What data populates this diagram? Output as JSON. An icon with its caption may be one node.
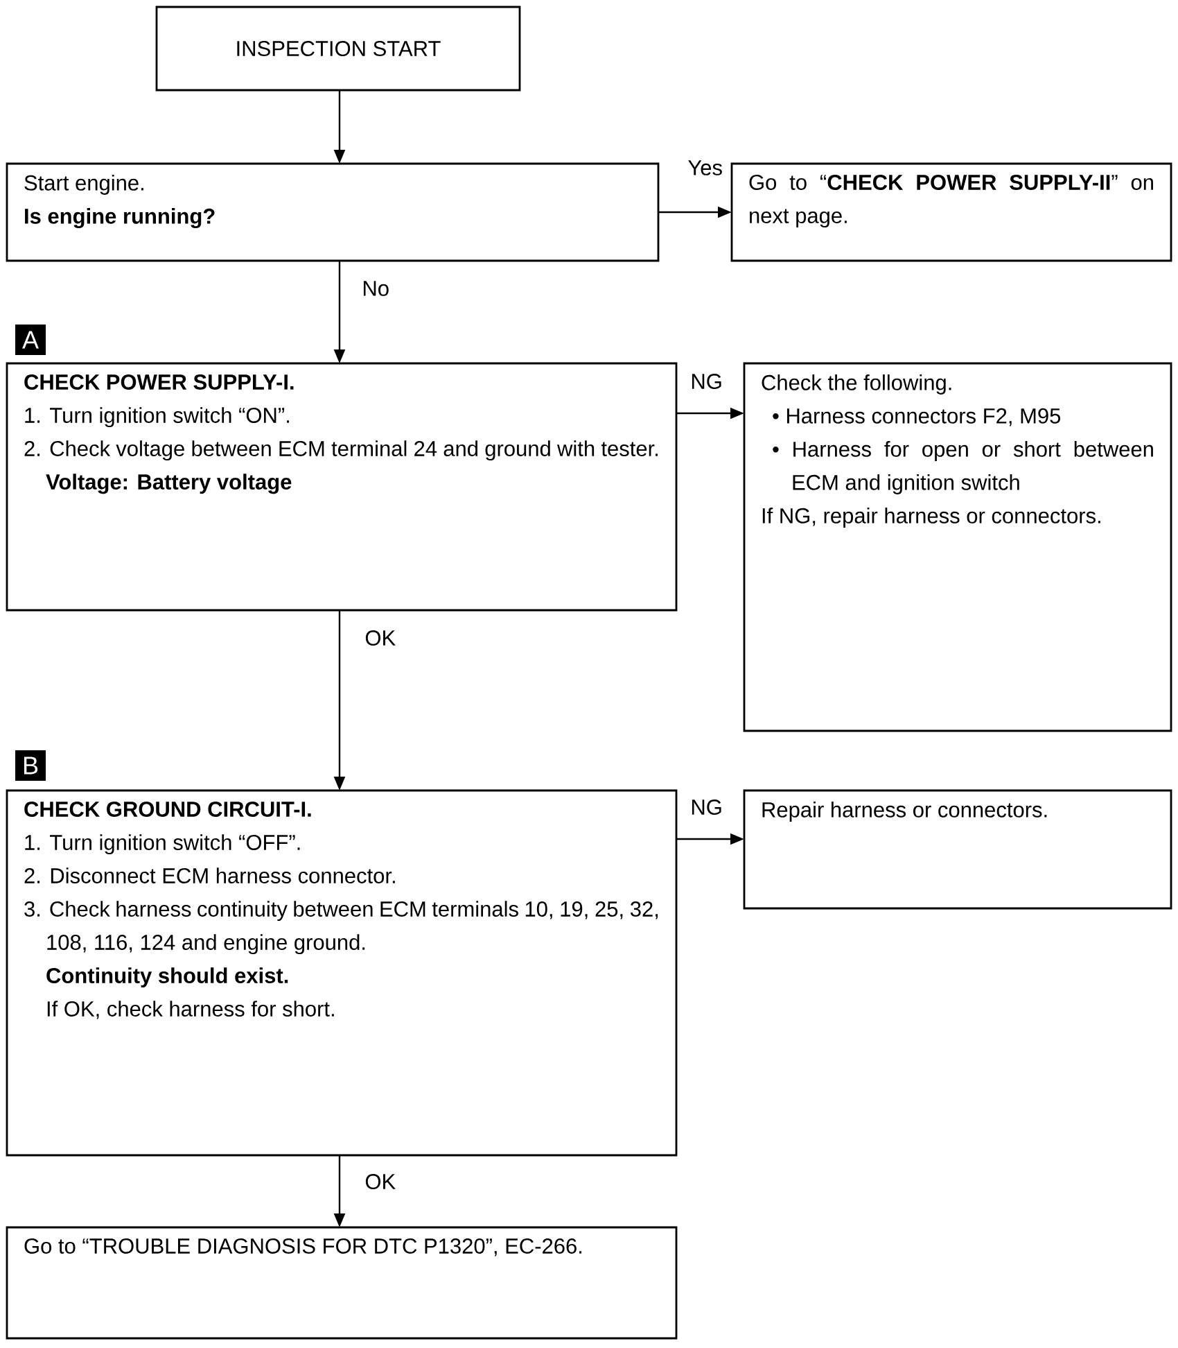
{
  "diagram": {
    "nodes": [
      {
        "text": [
          "INSPECTION START"
        ]
      },
      {
        "text": [
          "Start engine.",
          "Is engine running?"
        ]
      },
      {
        "text": [
          "Go to “**CHECK POWER SUPPLY-II**” on next page."
        ]
      },
      {
        "text": [
          "CHECK POWER SUPPLY-I.",
          "1. Turn ignition switch “ON”.",
          "2. Check voltage between ECM terminal 24 and ground with tester.",
          "Voltage: Battery voltage"
        ],
        "beside": [
          "A"
        ]
      },
      {
        "text": [
          "Check the following.",
          "• Harness connectors F2, M95",
          "• Harness for open or short between ECM and ignition switch",
          "If NG, repair harness or connectors."
        ]
      },
      {
        "text": [
          "CHECK GROUND CIRCUIT-I.",
          "1. Turn ignition switch “OFF”.",
          "2. Disconnect ECM harness connector.",
          "3. Check harness continuity between ECM terminals 10, 19, 25, 32, 108, 116, 124 and engine ground.",
          "Continuity should exist.",
          "If OK, check harness for short."
        ],
        "beside": [
          "B"
        ]
      },
      {
        "text": [
          "Repair harness or connectors."
        ]
      },
      {
        "text": [
          "Go to “TROUBLE DIAGNOSIS FOR DTC P1320”, EC-266."
        ]
      }
    ],
    "edges": [
      {
        "from": 0,
        "to": 1,
        "arrow": "to"
      },
      {
        "from": 1,
        "to": 2,
        "arrow": "to",
        "label": "Yes"
      },
      {
        "from": 1,
        "to": 3,
        "arrow": "to",
        "label": "No"
      },
      {
        "from": 3,
        "to": 4,
        "arrow": "to",
        "label": "NG"
      },
      {
        "from": 3,
        "to": 5,
        "arrow": "to",
        "label": "OK"
      },
      {
        "from": 5,
        "to": 6,
        "arrow": "to",
        "label": "NG"
      },
      {
        "from": 5,
        "to": 7,
        "arrow": "to",
        "label": "OK"
      }
    ]
  }
}
